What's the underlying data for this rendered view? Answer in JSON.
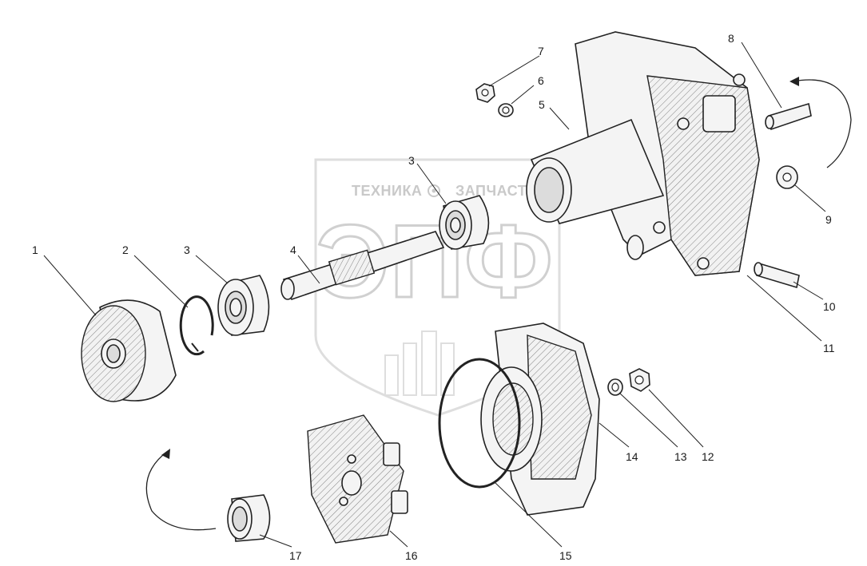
{
  "watermark": {
    "brand_left": "ТЕХНИКА",
    "brand_right": "ЗАПЧАСТИ",
    "big_letters": "ЭПФ"
  },
  "callouts": [
    {
      "id": "c1",
      "label": "1"
    },
    {
      "id": "c2",
      "label": "2"
    },
    {
      "id": "c3a",
      "label": "3"
    },
    {
      "id": "c3b",
      "label": "3"
    },
    {
      "id": "c4",
      "label": "4"
    },
    {
      "id": "c5",
      "label": "5"
    },
    {
      "id": "c6",
      "label": "6"
    },
    {
      "id": "c7",
      "label": "7"
    },
    {
      "id": "c8",
      "label": "8"
    },
    {
      "id": "c9",
      "label": "9"
    },
    {
      "id": "c10",
      "label": "10"
    },
    {
      "id": "c11",
      "label": "11"
    },
    {
      "id": "c12",
      "label": "12"
    },
    {
      "id": "c13",
      "label": "13"
    },
    {
      "id": "c14",
      "label": "14"
    },
    {
      "id": "c15",
      "label": "15"
    },
    {
      "id": "c16",
      "label": "16"
    },
    {
      "id": "c17",
      "label": "17"
    }
  ]
}
